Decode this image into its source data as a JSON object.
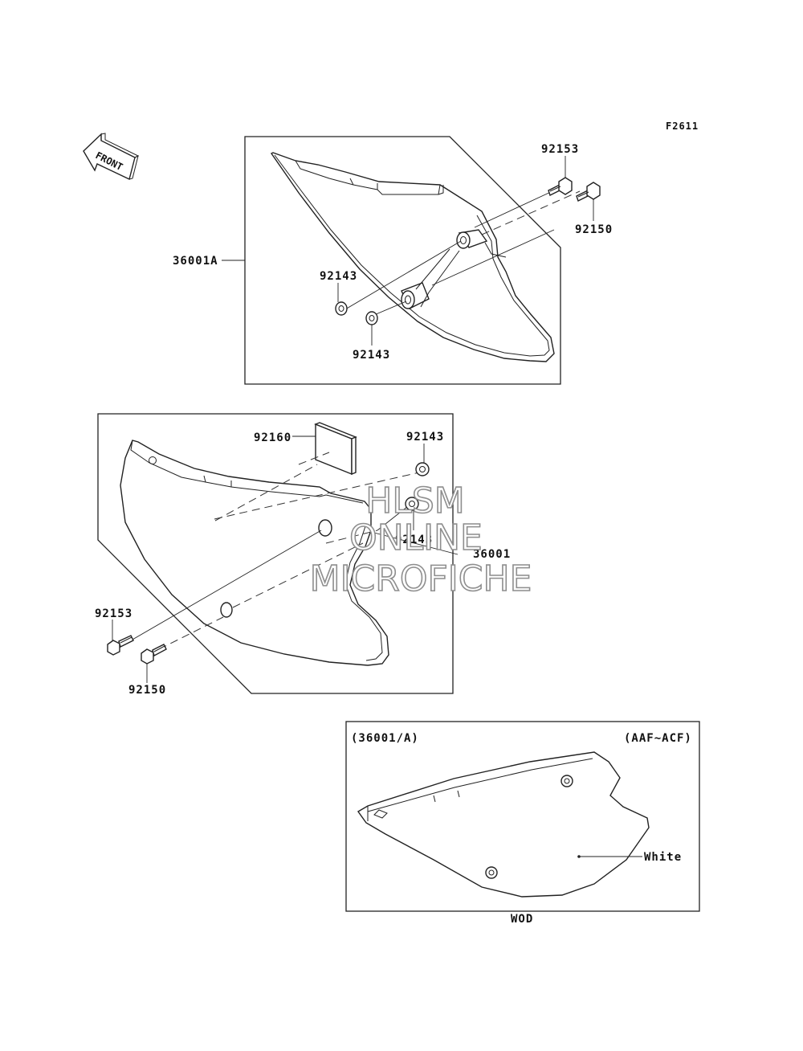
{
  "figure_code": "F2611",
  "front_arrow_label": "FRONT",
  "upper_group": {
    "cover_part": "36001A",
    "bolt_top": "92153",
    "bolt_right": "92150",
    "washer_upper": "92143",
    "washer_lower": "92143"
  },
  "lower_group": {
    "pad_part": "92160",
    "washer_top": "92143",
    "washer_mid": "92143",
    "cover_part": "36001",
    "bolt_left": "92153",
    "bolt_bottom": "92150"
  },
  "inset": {
    "part_ref": "(36001/A)",
    "model_range": "(AAF~ACF)",
    "color_label": "White",
    "caption": "WOD"
  },
  "watermark": {
    "line1": "HLSM",
    "line2": "ONLINE",
    "line3": "MICROFICHE"
  }
}
